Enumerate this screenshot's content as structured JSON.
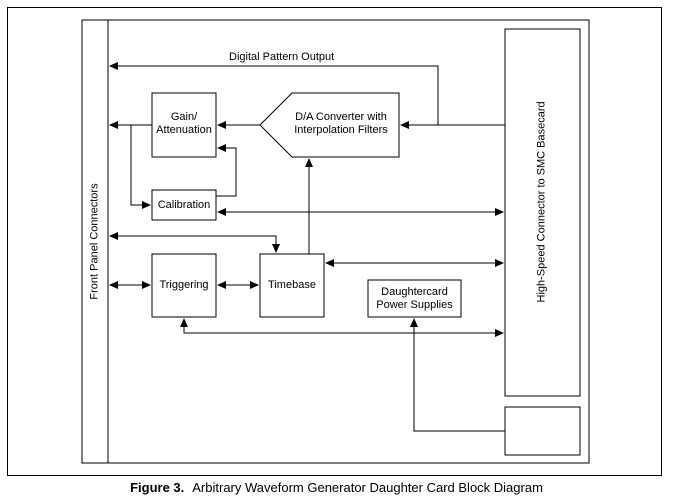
{
  "diagram": {
    "front_panel_label": "Front Panel Connectors",
    "connector_label": "High-Speed Connector to SMC Basecard",
    "digital_pattern_label": "Digital Pattern Output",
    "blocks": {
      "gain": "Gain/\nAttenuation",
      "dac": "D/A Converter with\nInterpolation Filters",
      "calibration": "Calibration",
      "triggering": "Triggering",
      "timebase": "Timebase",
      "power": "Daughtercard\nPower Supplies"
    }
  },
  "caption": {
    "number": "Figure 3.",
    "text": "Arbitrary Waveform Generator Daughter Card Block Diagram"
  }
}
